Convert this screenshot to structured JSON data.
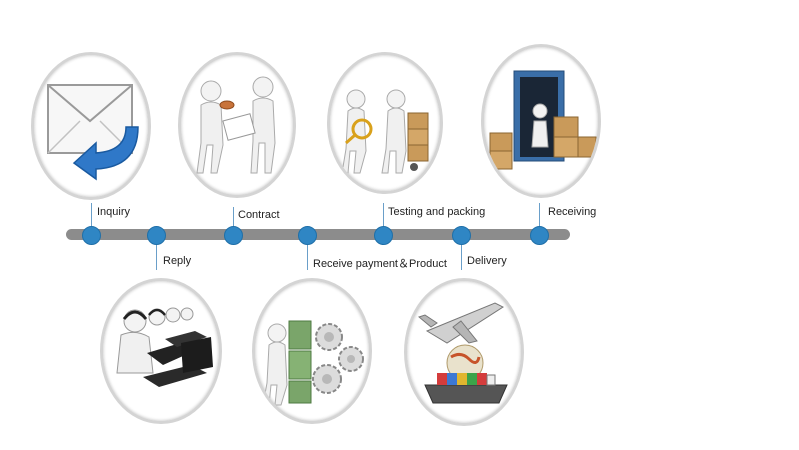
{
  "steps": {
    "inquiry": "Inquiry",
    "reply": "Reply",
    "contract": "Contract",
    "payment": "Receive payment＆Product",
    "testing": "Testing and packing",
    "delivery": "Delivery",
    "receiving": "Receiving"
  },
  "colors": {
    "dot": "#2f86c4",
    "line": "#8c8c8c",
    "ring": "#d4d4d4"
  }
}
